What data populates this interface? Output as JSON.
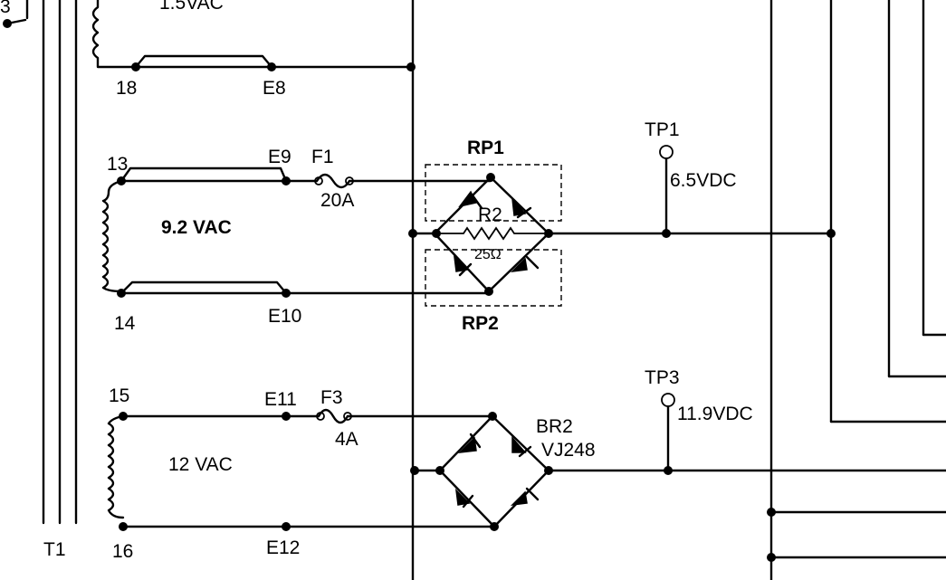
{
  "labels": {
    "top_terminal_fragment": "3",
    "top_voltage": "1.5VAC",
    "t18": "18",
    "e8": "E8",
    "t13": "13",
    "e9": "E9",
    "f1": "F1",
    "f1_rating": "20A",
    "v_9_2": "9.2 VAC",
    "t14": "14",
    "e10": "E10",
    "rp1": "RP1",
    "rp2": "RP2",
    "r2": "R2",
    "r2_value": "25Ω",
    "tp1": "TP1",
    "tp1_voltage": "6.5VDC",
    "t15": "15",
    "e11": "E11",
    "f3": "F3",
    "f3_rating": "4A",
    "v_12": "12 VAC",
    "t16": "16",
    "e12": "E12",
    "br2": "BR2",
    "br2_part": "VJ248",
    "tp3": "TP3",
    "tp3_voltage": "11.9VDC",
    "t1": "T1"
  }
}
